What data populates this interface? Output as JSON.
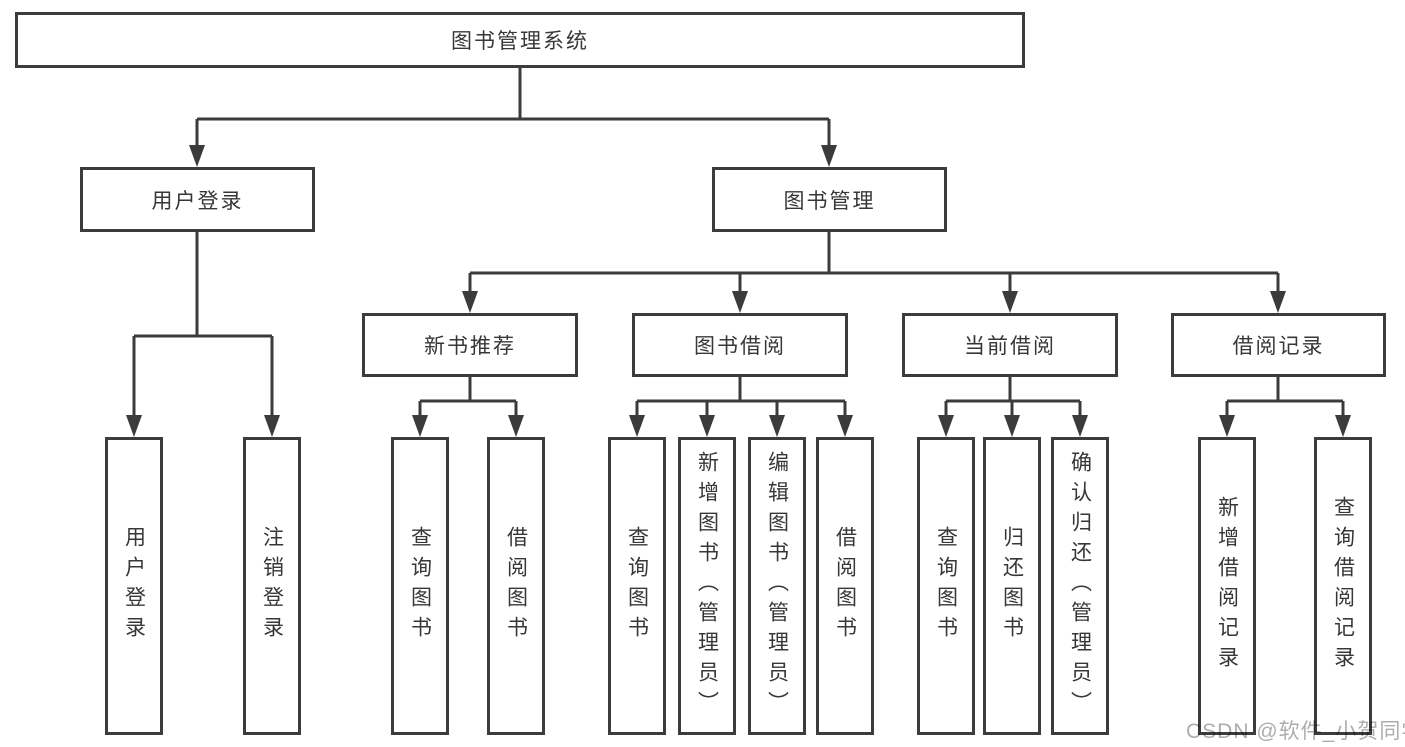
{
  "diagram": {
    "title": "图书管理系统",
    "branches": [
      {
        "label": "用户登录",
        "children": [
          "用户登录",
          "注销登录"
        ]
      },
      {
        "label": "图书管理",
        "sections": [
          {
            "label": "新书推荐",
            "children": [
              "查询图书",
              "借阅图书"
            ]
          },
          {
            "label": "图书借阅",
            "children": [
              "查询图书",
              "新增图书（管理员）",
              "编辑图书（管理员）",
              "借阅图书"
            ]
          },
          {
            "label": "当前借阅",
            "children": [
              "查询图书",
              "归还图书",
              "确认归还（管理员）"
            ]
          },
          {
            "label": "借阅记录",
            "children": [
              "新增借阅记录",
              "查询借阅记录"
            ]
          }
        ]
      }
    ],
    "line_color": "#3b3b3b",
    "box_background": "#ffffff",
    "text_color": "#373737"
  },
  "watermark": {
    "text": "CSDN @软件_小贺同学"
  }
}
